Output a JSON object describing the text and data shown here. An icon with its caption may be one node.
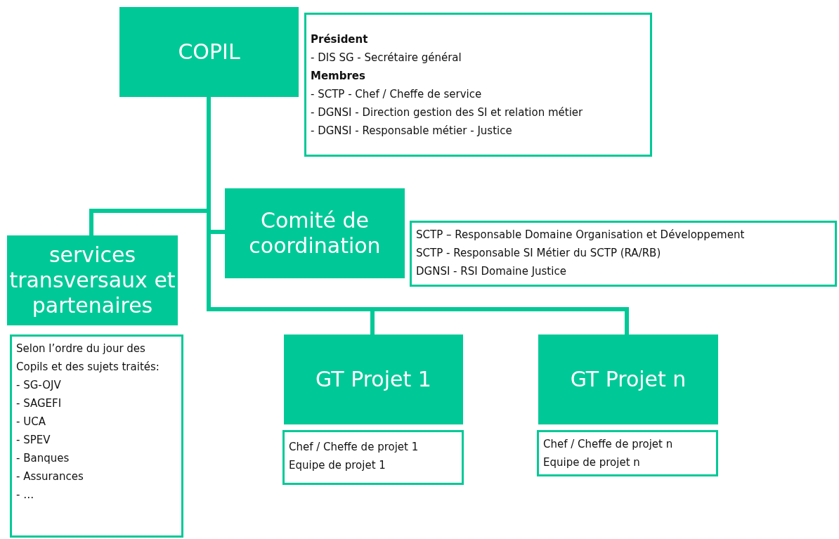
{
  "diagram": {
    "nodes": [
      {
        "text": [
          "COPIL"
        ]
      },
      {
        "text": [
          "Président",
          "- DIS SG - Secrétaire général",
          "Membres",
          "- SCTP - Chef / Cheffe de service",
          "- DGNSI - Direction gestion des SI et relation métier",
          "- DGNSI - Responsable métier - Justice"
        ]
      },
      {
        "text": [
          "services transversaux et partenaires"
        ]
      },
      {
        "text": [
          "Selon l’ordre du jour des Copils et des sujets traités:",
          "- SG-OJV",
          "- SAGEFI",
          "- UCA",
          "- SPEV",
          "- Banques",
          "- Assurances",
          "- …"
        ]
      },
      {
        "text": [
          "Comité de coordination"
        ]
      },
      {
        "text": [
          "SCTP – Responsable Domaine Organisation et Développement",
          "SCTP - Responsable SI Métier du SCTP (RA/RB)",
          "DGNSI - RSI Domaine Justice"
        ]
      },
      {
        "text": [
          "GT Projet 1"
        ]
      },
      {
        "text": [
          "Chef / Cheffe de projet 1",
          "Equipe de projet 1"
        ]
      },
      {
        "text": [
          "GT Projet n"
        ]
      },
      {
        "text": [
          "Chef / Cheffe de projet n",
          "Equipe de projet n"
        ]
      }
    ],
    "edges": [
      {
        "from": 0,
        "to": 2,
        "arrow": "none"
      },
      {
        "from": 0,
        "to": 4,
        "arrow": "none"
      },
      {
        "from": 0,
        "to": 6,
        "arrow": "none"
      },
      {
        "from": 0,
        "to": 8,
        "arrow": "none"
      }
    ]
  }
}
